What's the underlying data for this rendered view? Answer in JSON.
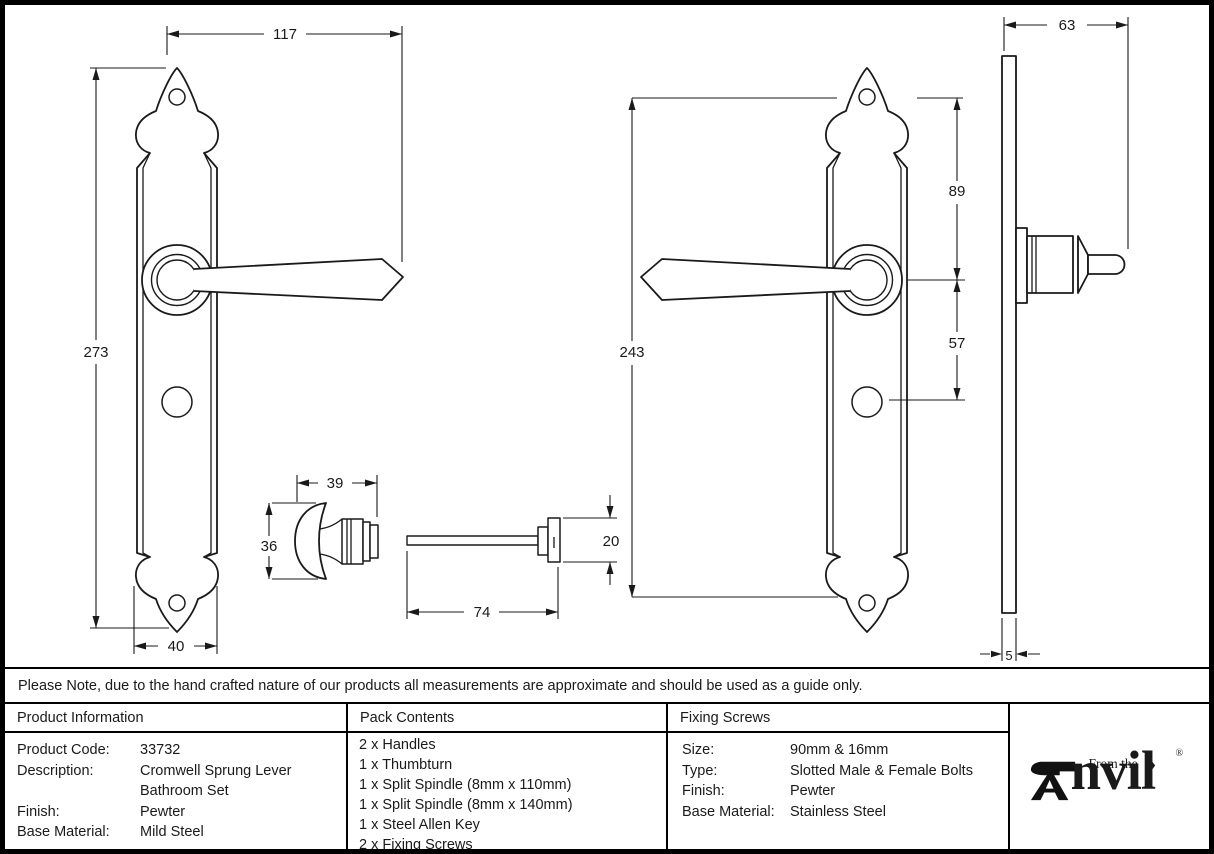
{
  "dims": {
    "front_width": "117",
    "front_height": "273",
    "plate_width": "40",
    "fixing_centres": "243",
    "top_to_lever": "89",
    "lever_to_turn": "57",
    "side_depth": "63",
    "plate_thickness": "5",
    "turn_width": "39",
    "turn_height": "36",
    "spindle_length": "74",
    "spindle_flange": "20"
  },
  "note": "Please Note, due to the hand crafted nature of our products all measurements are approximate and should be used as a guide only.",
  "table": {
    "product_information": {
      "header": "Product Information",
      "rows": [
        [
          "Product Code:",
          "33732"
        ],
        [
          "Description:",
          "Cromwell Sprung Lever"
        ],
        [
          "",
          "Bathroom Set"
        ],
        [
          "Finish:",
          "Pewter"
        ],
        [
          "Base Material:",
          "Mild Steel"
        ]
      ]
    },
    "pack_contents": {
      "header": "Pack Contents",
      "items": [
        "2 x Handles",
        "1 x Thumbturn",
        "1 x Split Spindle (8mm x 110mm)",
        "1 x Split Spindle (8mm x 140mm)",
        "1 x Steel Allen Key",
        "2 x Fixing Screws"
      ]
    },
    "fixing_screws": {
      "header": "Fixing Screws",
      "rows": [
        [
          "Size:",
          "90mm & 16mm"
        ],
        [
          "Type:",
          "Slotted Male & Female Bolts"
        ],
        [
          "Finish:",
          "Pewter"
        ],
        [
          "Base Material:",
          "Stainless Steel"
        ]
      ]
    },
    "logo": {
      "brand": "Anvil",
      "brand_tail": "nvil",
      "prefix": "From the",
      "diamond": "♦",
      "registered": "®"
    }
  }
}
